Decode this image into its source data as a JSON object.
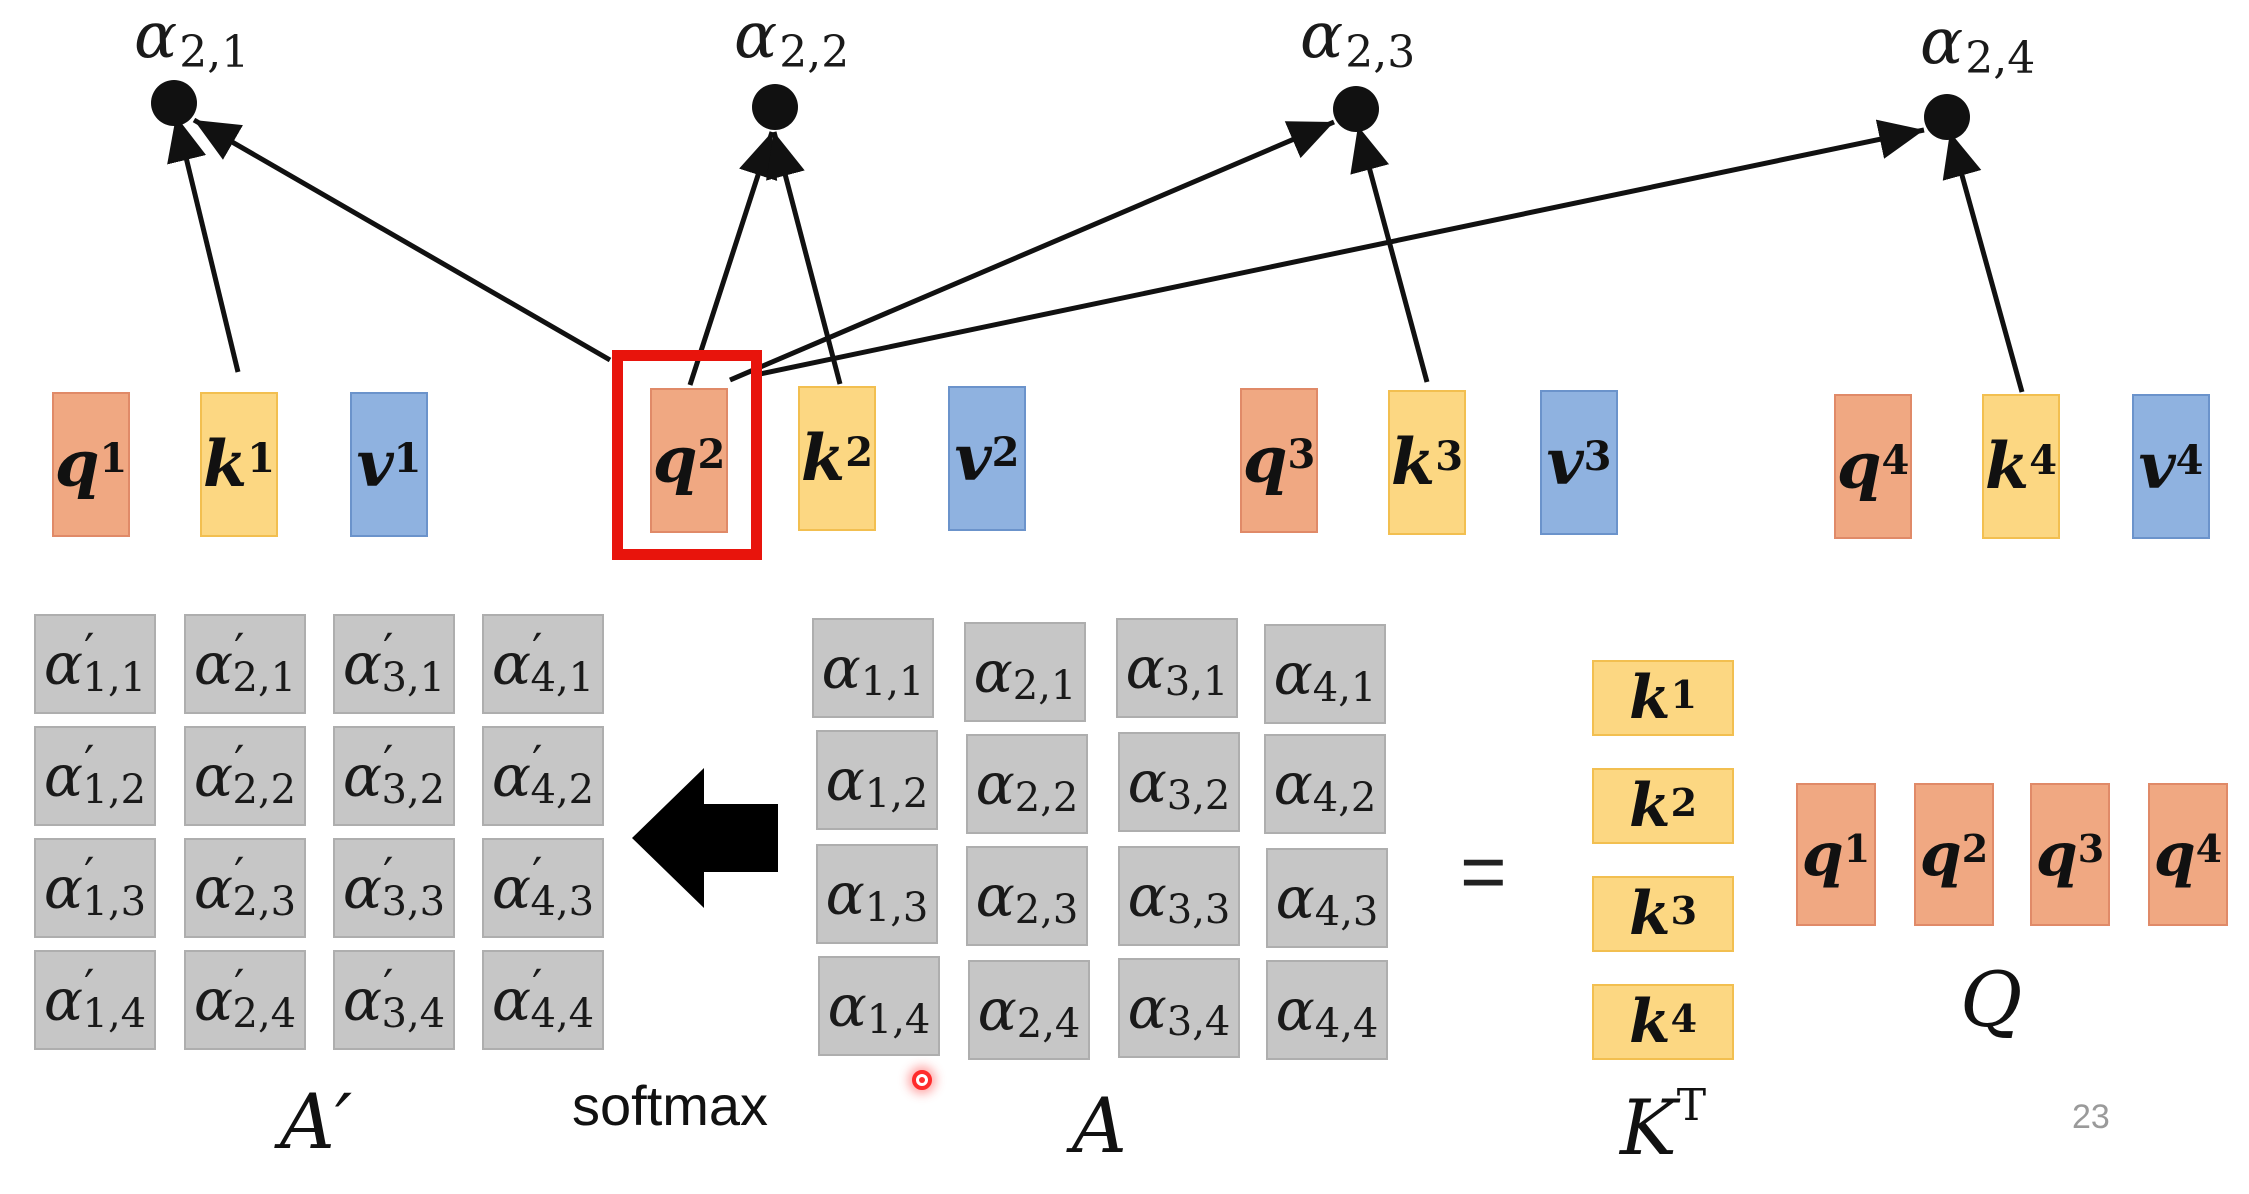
{
  "top_scores": [
    {
      "sym": "α",
      "sub": "2,1"
    },
    {
      "sym": "α",
      "sub": "2,2"
    },
    {
      "sym": "α",
      "sub": "2,3"
    },
    {
      "sym": "α",
      "sub": "2,4"
    }
  ],
  "vectors": [
    {
      "letter": "q",
      "sup": "1"
    },
    {
      "letter": "k",
      "sup": "1"
    },
    {
      "letter": "v",
      "sup": "1"
    },
    {
      "letter": "q",
      "sup": "2"
    },
    {
      "letter": "k",
      "sup": "2"
    },
    {
      "letter": "v",
      "sup": "2"
    },
    {
      "letter": "q",
      "sup": "3"
    },
    {
      "letter": "k",
      "sup": "3"
    },
    {
      "letter": "v",
      "sup": "3"
    },
    {
      "letter": "q",
      "sup": "4"
    },
    {
      "letter": "k",
      "sup": "4"
    },
    {
      "letter": "v",
      "sup": "4"
    }
  ],
  "A_prime": {
    "sym": "α",
    "prime": "′",
    "subs": [
      [
        "1,1",
        "2,1",
        "3,1",
        "4,1"
      ],
      [
        "1,2",
        "2,2",
        "3,2",
        "4,2"
      ],
      [
        "1,3",
        "2,3",
        "3,3",
        "4,3"
      ],
      [
        "1,4",
        "2,4",
        "3,4",
        "4,4"
      ]
    ]
  },
  "A": {
    "sym": "α",
    "subs": [
      [
        "1,1",
        "2,1",
        "3,1",
        "4,1"
      ],
      [
        "1,2",
        "2,2",
        "3,2",
        "4,2"
      ],
      [
        "1,3",
        "2,3",
        "3,3",
        "4,3"
      ],
      [
        "1,4",
        "2,4",
        "3,4",
        "4,4"
      ]
    ]
  },
  "KT_vectors": [
    {
      "letter": "k",
      "sup": "1"
    },
    {
      "letter": "k",
      "sup": "2"
    },
    {
      "letter": "k",
      "sup": "3"
    },
    {
      "letter": "k",
      "sup": "4"
    }
  ],
  "Q_vectors": [
    {
      "letter": "q",
      "sup": "1"
    },
    {
      "letter": "q",
      "sup": "2"
    },
    {
      "letter": "q",
      "sup": "3"
    },
    {
      "letter": "q",
      "sup": "4"
    }
  ],
  "labels": {
    "a_prime": "A′",
    "softmax": "softmax",
    "a": "A",
    "kt_base": "K",
    "kt_sup": "T",
    "q": "Q",
    "equals": "=",
    "page_number": "23"
  },
  "colors": {
    "query": "#f0a882",
    "key": "#fcd782",
    "value": "#8fb2e0",
    "matrix_cell": "#c6c6c6",
    "highlight": "#e8140c"
  },
  "highlighted_vector": "q2",
  "arrow_connections": [
    {
      "from": "k1",
      "to": "α2,1"
    },
    {
      "from": "q2",
      "to": "α2,1"
    },
    {
      "from": "q2",
      "to": "α2,2"
    },
    {
      "from": "k2",
      "to": "α2,2"
    },
    {
      "from": "q2",
      "to": "α2,3"
    },
    {
      "from": "k3",
      "to": "α2,3"
    },
    {
      "from": "q2",
      "to": "α2,4"
    },
    {
      "from": "k4",
      "to": "α2,4"
    }
  ]
}
